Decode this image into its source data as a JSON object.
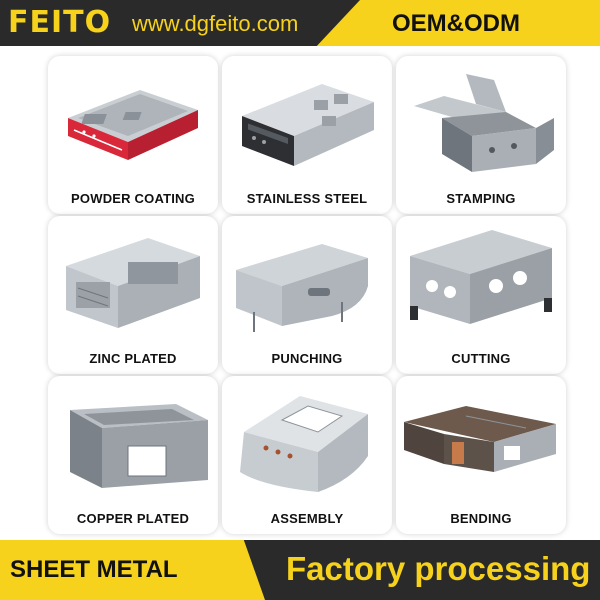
{
  "header": {
    "brand": "FEITO",
    "website": "www.dgfeito.com",
    "tagline": "OEM&ODM"
  },
  "cards": [
    {
      "label": "POWDER COATING"
    },
    {
      "label": "STAINLESS STEEL"
    },
    {
      "label": "STAMPING"
    },
    {
      "label": "ZINC PLATED"
    },
    {
      "label": "PUNCHING"
    },
    {
      "label": "CUTTING"
    },
    {
      "label": "COPPER PLATED"
    },
    {
      "label": "ASSEMBLY"
    },
    {
      "label": "BENDING"
    }
  ],
  "footer": {
    "left": "SHEET METAL",
    "right": "Factory processing"
  },
  "colors": {
    "accent_yellow": "#f6d21c",
    "dark": "#2a2a2a",
    "metal_light": "#d9dde1",
    "metal_mid": "#b3b9bf",
    "metal_dark": "#6e757c",
    "powder_red": "#d8283a"
  }
}
